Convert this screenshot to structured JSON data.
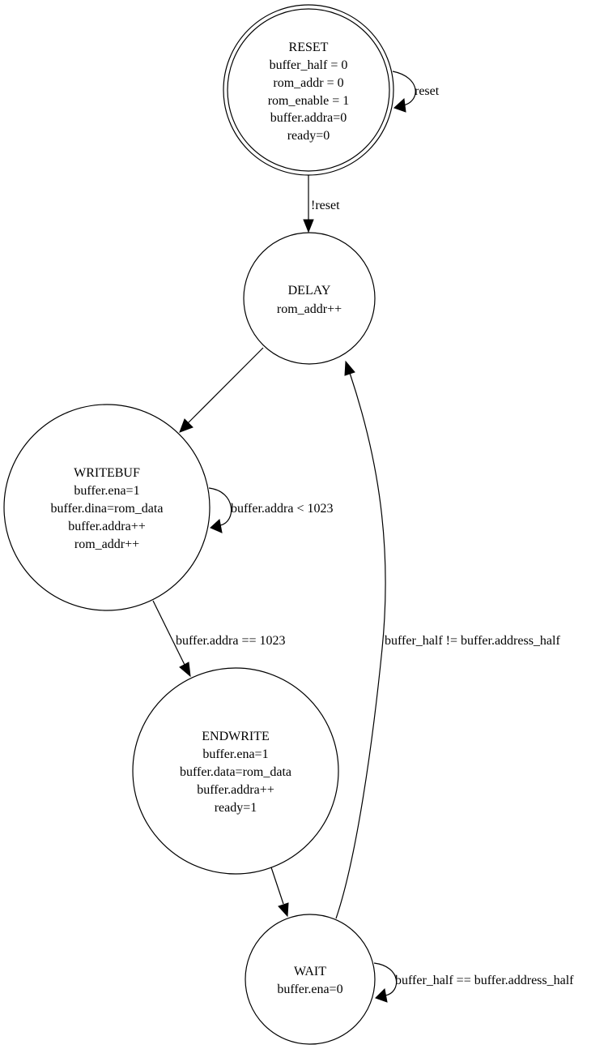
{
  "states": {
    "reset": [
      "RESET",
      "buffer_half = 0",
      "rom_addr = 0",
      "rom_enable = 1",
      "buffer.addra=0",
      "ready=0"
    ],
    "delay": [
      "DELAY",
      "rom_addr++"
    ],
    "writebuf": [
      "WRITEBUF",
      "buffer.ena=1",
      "buffer.dina=rom_data",
      "buffer.addra++",
      "rom_addr++"
    ],
    "endwrite": [
      "ENDWRITE",
      "buffer.ena=1",
      "buffer.data=rom_data",
      "buffer.addra++",
      "ready=1"
    ],
    "wait": [
      "WAIT",
      "buffer.ena=0"
    ]
  },
  "transitions": {
    "reset_self": "reset",
    "reset_to_delay": "!reset",
    "delay_to_writebuf": "",
    "writebuf_self": "buffer.addra < 1023",
    "writebuf_to_endwrite": "buffer.addra == 1023",
    "endwrite_to_wait": "",
    "wait_to_delay": "buffer_half != buffer.address_half",
    "wait_self": "buffer_half == buffer.address_half"
  }
}
